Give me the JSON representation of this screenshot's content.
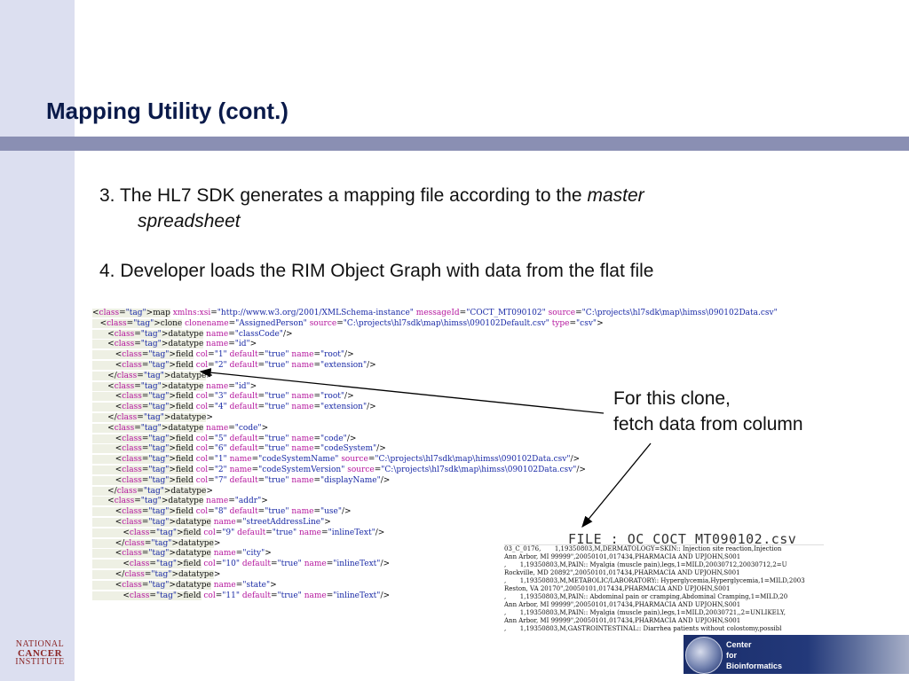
{
  "slide": {
    "title": "Mapping Utility (cont.)",
    "bullet1": {
      "prefix": "3. The HL7 SDK generates a mapping file according to the ",
      "italic1": "master",
      "italic2": "spreadsheet"
    },
    "bullet2": "4. Developer loads the RIM Object Graph with data from the flat file",
    "callout": {
      "line1": "For this clone,",
      "line2": "fetch data from column"
    },
    "csv_title": "FILE : OC COCT MT090102.csv"
  },
  "xml_lines": [
    "<map xmlns:xsi=\"http://www.w3.org/2001/XMLSchema-instance\" messageId=\"COCT_MT090102\" source=\"C:\\projects\\hl7sdk\\map\\himss\\090102Data.csv\"",
    "   <clone clonename=\"AssignedPerson\" source=\"C:\\projects\\hl7sdk\\map\\himss\\090102Default.csv\" type=\"csv\">",
    "      <datatype name=\"classCode\"/>",
    "      <datatype name=\"id\">",
    "         <field col=\"1\" default=\"true\" name=\"root\"/>",
    "         <field col=\"2\" default=\"true\" name=\"extension\"/>",
    "      </datatype>",
    "      <datatype name=\"id\">",
    "         <field col=\"3\" default=\"true\" name=\"root\"/>",
    "         <field col=\"4\" default=\"true\" name=\"extension\"/>",
    "      </datatype>",
    "      <datatype name=\"code\">",
    "         <field col=\"5\" default=\"true\" name=\"code\"/>",
    "         <field col=\"6\" default=\"true\" name=\"codeSystem\"/>",
    "         <field col=\"1\" name=\"codeSystemName\" source=\"C:\\projects\\hl7sdk\\map\\himss\\090102Data.csv\"/>",
    "         <field col=\"2\" name=\"codeSystemVersion\" source=\"C:\\projects\\hl7sdk\\map\\himss\\090102Data.csv\"/>",
    "         <field col=\"7\" default=\"true\" name=\"displayName\"/>",
    "      </datatype>",
    "      <datatype name=\"addr\">",
    "         <field col=\"8\" default=\"true\" name=\"use\"/>",
    "         <datatype name=\"streetAddressLine\">",
    "            <field col=\"9\" default=\"true\" name=\"inlineText\"/>",
    "         </datatype>",
    "         <datatype name=\"city\">",
    "            <field col=\"10\" default=\"true\" name=\"inlineText\"/>",
    "         </datatype>",
    "         <datatype name=\"state\">",
    "            <field col=\"11\" default=\"true\" name=\"inlineText\"/>"
  ],
  "csv_lines": [
    "03_C_0176,       1,19350803,M,DERMATOLOGY=SKIN:: Injection site reaction,Injection",
    "Ann Arbor, MI 99999\",20050101,017434,PHARMACIA AND UPJOHN,S001",
    ",       1,19350803,M,PAIN:: Myalgia (muscle pain),legs,1=MILD,20030712,20030712,2=U",
    "Rockville, MD 20892\",20050101,017434,PHARMACIA AND UPJOHN,S001",
    ",       1,19350803,M,METABOLIC/LABORATORY:: Hyperglycemia,Hyperglycemia,1=MILD,2003",
    "Reston, VA 20170\",20050101,017434,PHARMACIA AND UPJOHN,S001",
    ",       1,19350803,M,PAIN:: Abdominal pain or cramping,Abdominal Cramping,1=MILD,20",
    "Ann Arbor, MI 99999\",20050101,017434,PHARMACIA AND UPJOHN,S001",
    ",       1,19350803,M,PAIN:: Myalgia (muscle pain),legs,1=MILD,20030721,,2=UNLIKELY,",
    "Ann Arbor, MI 99999\",20050101,017434,PHARMACIA AND UPJOHN,S001",
    ",       1,19350803,M,GASTROINTESTINAL:: Diarrhea patients without colostomy,possibl"
  ],
  "logos": {
    "nci_line1": "NATIONAL",
    "nci_line2": "CANCER",
    "nci_line3": "INSTITUTE",
    "cbiit_line1": "Center",
    "cbiit_line2": "for",
    "cbiit_line3": "Bioinformatics"
  },
  "colors": {
    "title": "#0a1a4a",
    "left_band": "#dcdff0",
    "title_bar": "#8a8fb3"
  }
}
